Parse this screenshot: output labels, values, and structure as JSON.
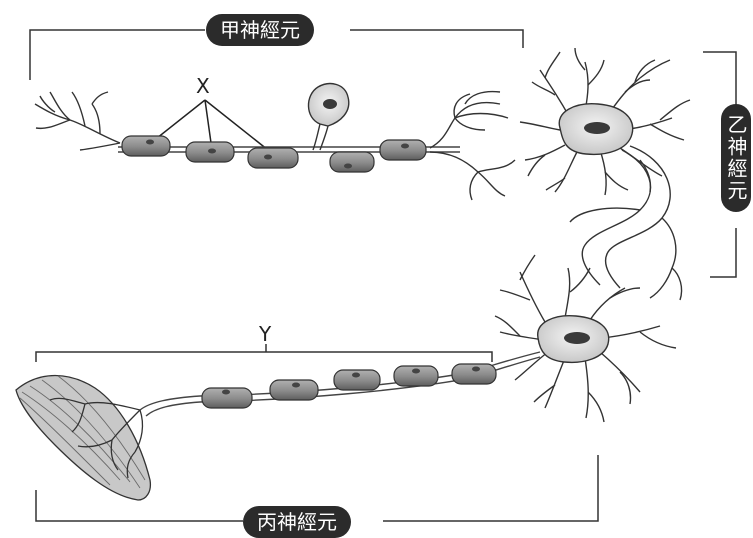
{
  "labels": {
    "neuron_a": "甲神經元",
    "neuron_b": "乙神經元",
    "neuron_c": "丙神經元",
    "x": "X",
    "y": "Y"
  },
  "colors": {
    "label_pill": "#2b2b2b",
    "myelin": "#8c8c8c",
    "soma": "#dcdcdc",
    "nucleus": "#3a3a3a",
    "muscle": "#c8c8c8",
    "line": "#333333"
  }
}
